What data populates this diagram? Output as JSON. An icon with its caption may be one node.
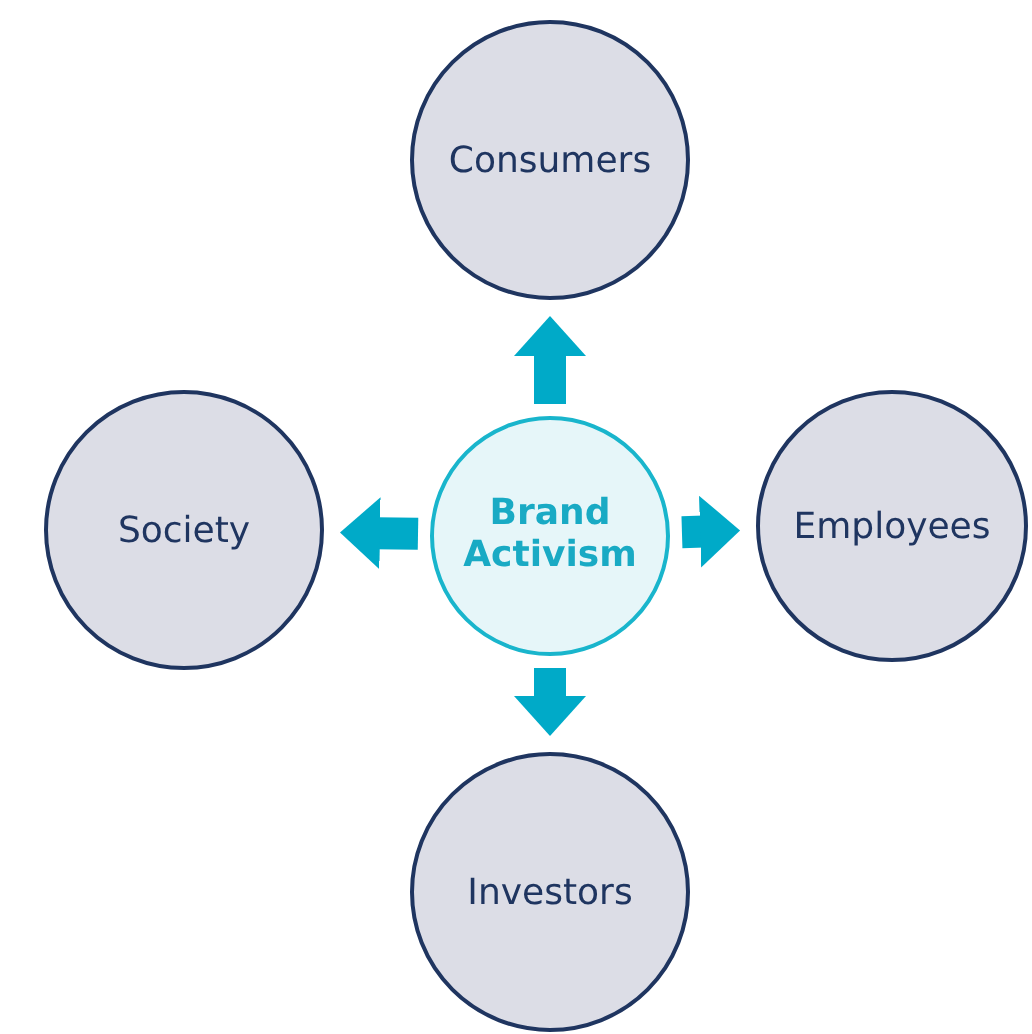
{
  "diagram": {
    "nodes": [
      {
        "text": [
          "Brand Activism"
        ]
      },
      {
        "text": [
          "Consumers"
        ]
      },
      {
        "text": [
          "Society"
        ]
      },
      {
        "text": [
          "Employees"
        ]
      },
      {
        "text": [
          "Investors"
        ]
      }
    ],
    "edges": [
      {
        "from": 0,
        "to": 1,
        "arrow": "to"
      },
      {
        "from": 0,
        "to": 2,
        "arrow": "to"
      },
      {
        "from": 0,
        "to": 3,
        "arrow": "to"
      },
      {
        "from": 0,
        "to": 4,
        "arrow": "to"
      }
    ]
  }
}
